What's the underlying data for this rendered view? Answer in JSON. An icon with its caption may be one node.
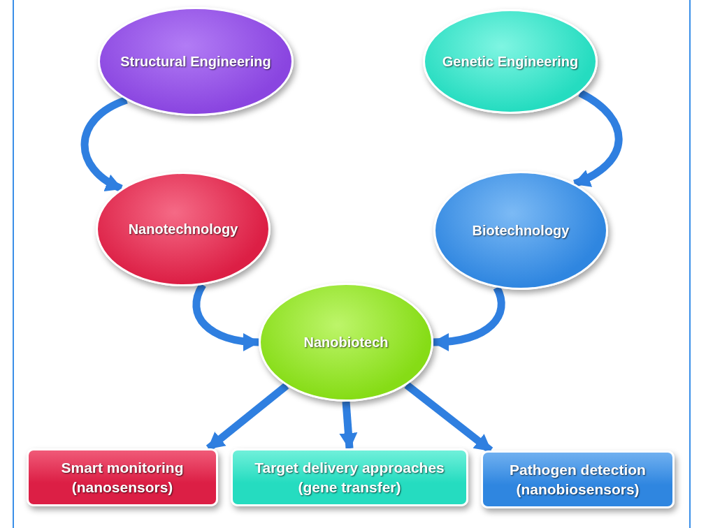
{
  "diagram": {
    "nodes": [
      {
        "text": [
          "Structural Engineering"
        ]
      },
      {
        "text": [
          "Genetic Engineering"
        ]
      },
      {
        "text": [
          "Nanotechnology"
        ]
      },
      {
        "text": [
          "Biotechnology"
        ]
      },
      {
        "text": [
          "Nanobiotech"
        ]
      },
      {
        "text": [
          "Smart monitoring (nanosensors)"
        ]
      },
      {
        "text": [
          "Target delivery approaches (gene transfer)"
        ]
      },
      {
        "text": [
          "Pathogen detection (nanobiosensors)"
        ]
      }
    ],
    "edges": [
      {
        "from": 0,
        "to": 2,
        "arrow": "to"
      },
      {
        "from": 1,
        "to": 3,
        "arrow": "to"
      },
      {
        "from": 2,
        "to": 4,
        "arrow": "to"
      },
      {
        "from": 3,
        "to": 4,
        "arrow": "to"
      },
      {
        "from": 4,
        "to": 5,
        "arrow": "to"
      },
      {
        "from": 4,
        "to": 6,
        "arrow": "to"
      },
      {
        "from": 4,
        "to": 7,
        "arrow": "to"
      }
    ]
  }
}
